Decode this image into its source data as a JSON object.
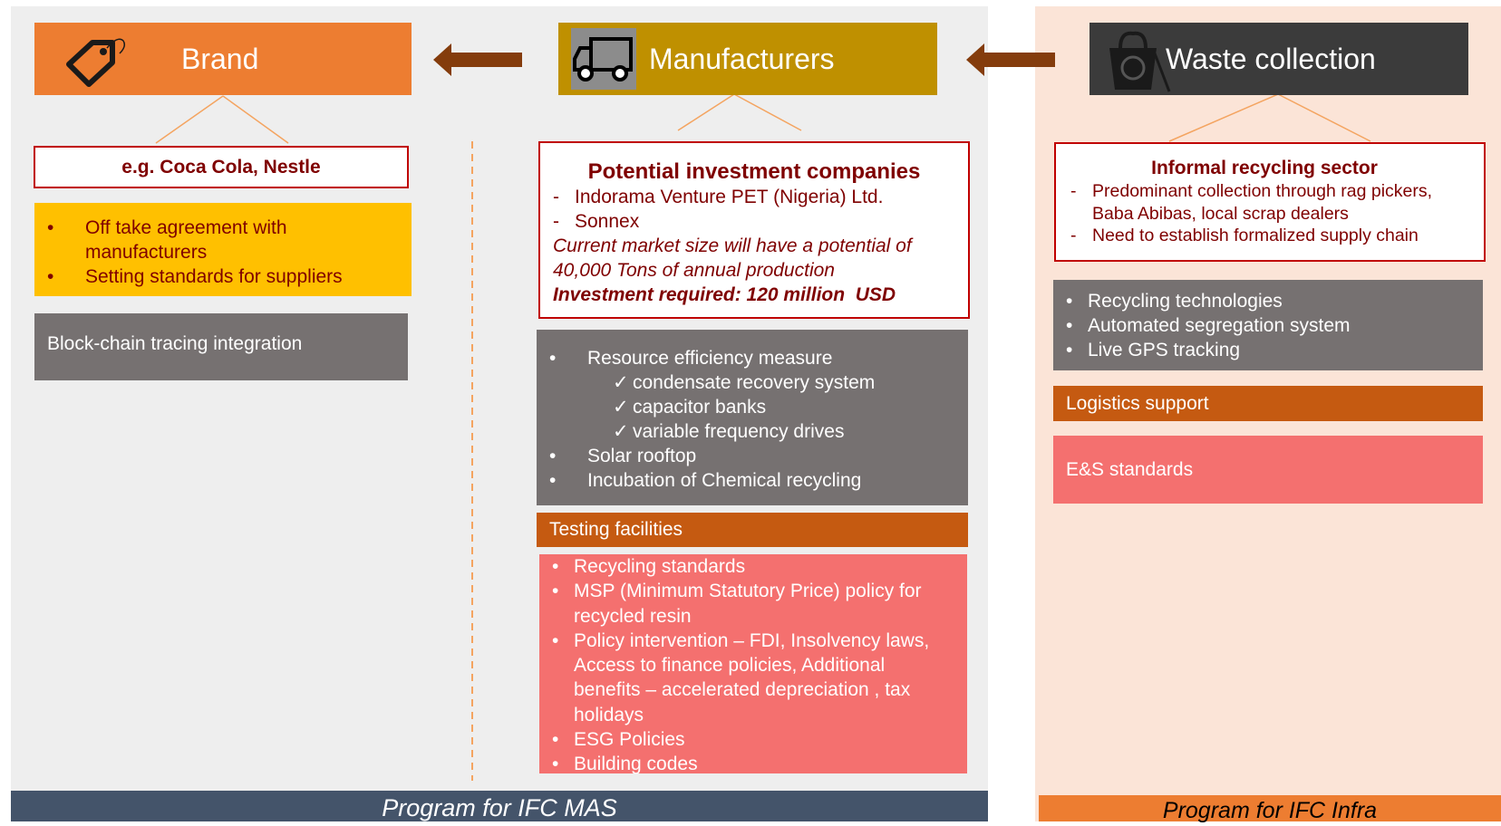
{
  "colors": {
    "brand": "#ed7d31",
    "manufacturers": "#bf9000",
    "waste": "#3b3b3b",
    "arrow": "#843c0c",
    "red_text": "#7f0000",
    "pink": "#f4706f",
    "grey": "#767171",
    "dark_orange": "#c55a11",
    "yellow": "#ffc000",
    "footer_mas": "#44546a",
    "footer_infra": "#ed7d31"
  },
  "icons": {
    "brand": "price-tag-icon",
    "manufacturers": "truck-icon",
    "waste": "waste-bin-icon"
  },
  "brand": {
    "title": "Brand",
    "example": "e.g. Coca Cola, Nestle",
    "bullets": [
      "Off take agreement with manufacturers",
      "Setting standards for suppliers"
    ],
    "grey_label": "Block-chain tracing integration"
  },
  "manufacturers": {
    "title": "Manufacturers",
    "box_title": "Potential investment companies",
    "companies": [
      "Indorama Venture PET (Nigeria) Ltd.",
      "Sonnex"
    ],
    "market_note": "Current market size will have a potential of 40,000 Tons of annual production",
    "investment": "Investment required: 120 million  USD",
    "grey_items": {
      "item1": "Resource efficiency measure",
      "sub1": "condensate recovery system",
      "sub2": "capacitor banks",
      "sub3": "variable frequency drives",
      "item2": "Solar rooftop",
      "item3": "Incubation of Chemical recycling"
    },
    "testing_label": "Testing facilities",
    "pink_items": [
      "Recycling standards",
      "MSP (Minimum Statutory Price) policy for recycled resin",
      "Policy intervention – FDI, Insolvency laws, Access to finance policies, Additional benefits – accelerated depreciation  , tax holidays",
      "ESG Policies",
      "Building codes"
    ]
  },
  "waste": {
    "title": "Waste collection",
    "box_title": "Informal recycling sector",
    "items": [
      "Predominant collection through rag pickers, Baba Abibas, local scrap dealers",
      "Need to establish formalized supply chain"
    ],
    "grey_items": [
      "Recycling technologies",
      "Automated segregation system",
      "Live GPS tracking"
    ],
    "logistics_label": "Logistics support",
    "es_label": "E&S standards"
  },
  "footer": {
    "left": "Program for IFC MAS",
    "right": "Program for IFC Infra"
  }
}
